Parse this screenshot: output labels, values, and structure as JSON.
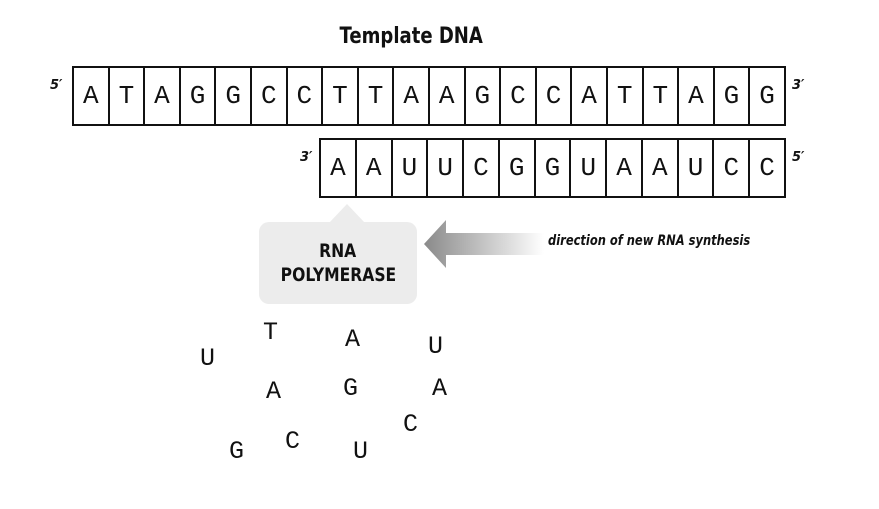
{
  "title": "Template DNA",
  "template_strand": {
    "five_prime_label": "5′",
    "three_prime_label": "3′",
    "bases": [
      "A",
      "T",
      "A",
      "G",
      "G",
      "C",
      "C",
      "T",
      "T",
      "A",
      "A",
      "G",
      "C",
      "C",
      "A",
      "T",
      "T",
      "A",
      "G",
      "G"
    ]
  },
  "rna_strand": {
    "three_prime_label": "3′",
    "five_prime_label": "5′",
    "bases": [
      "A",
      "A",
      "U",
      "U",
      "C",
      "G",
      "G",
      "U",
      "A",
      "A",
      "U",
      "C",
      "C"
    ]
  },
  "polymerase": {
    "line1": "RNA",
    "line2": "POLYMERASE"
  },
  "direction_label": "direction of new RNA synthesis",
  "free_nucleotides": [
    "U",
    "T",
    "A",
    "U",
    "A",
    "G",
    "A",
    "C",
    "G",
    "C",
    "U"
  ],
  "colors": {
    "line": "#111111",
    "polymerase_fill": "#ececec",
    "arrow_dark": "#8a8a8a",
    "arrow_light": "#ffffff"
  }
}
